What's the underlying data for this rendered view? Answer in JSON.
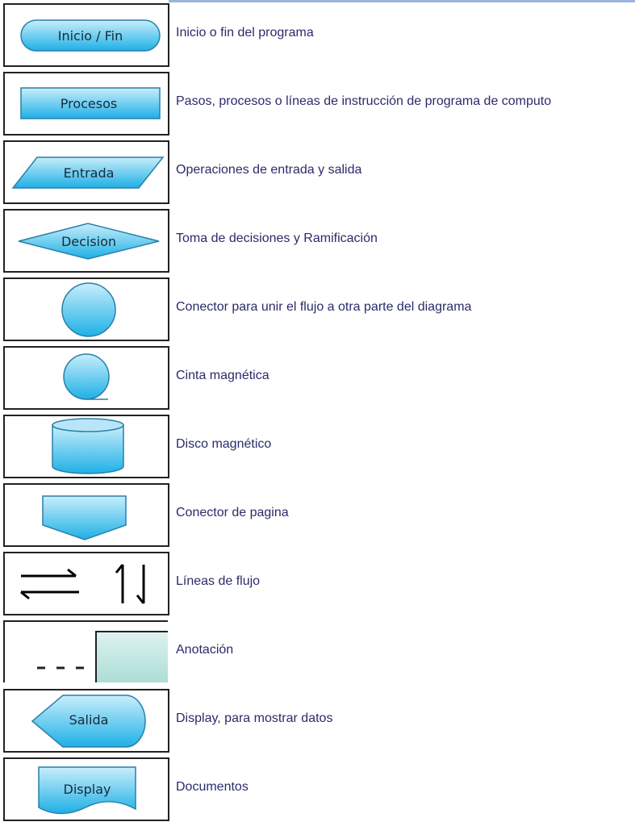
{
  "colors": {
    "shape_fill_top": "#c8eefb",
    "shape_fill_bottom": "#1eb0e6",
    "shape_stroke": "#2a7fa8",
    "annotation_fill": "#a9ddd5",
    "text": "#2b2b6b"
  },
  "rows": [
    {
      "symbol": "terminal",
      "label": "Inicio / Fin",
      "description": "Inicio o fin del programa"
    },
    {
      "symbol": "process",
      "label": "Procesos",
      "description": "Pasos, procesos o líneas de instrucción de programa de computo"
    },
    {
      "symbol": "parallelogram",
      "label": "Entrada",
      "description": "Operaciones de entrada y salida"
    },
    {
      "symbol": "diamond",
      "label": "Decision",
      "description": "Toma de decisiones y Ramificación"
    },
    {
      "symbol": "circle",
      "label": "",
      "description": "Conector para unir el flujo a otra parte del diagrama"
    },
    {
      "symbol": "tape",
      "label": "",
      "description": "Cinta magnética"
    },
    {
      "symbol": "cylinder",
      "label": "",
      "description": "Disco magnético"
    },
    {
      "symbol": "page-connector",
      "label": "",
      "description": "Conector de pagina"
    },
    {
      "symbol": "arrows",
      "label": "",
      "description": "Líneas de flujo"
    },
    {
      "symbol": "annotation",
      "label": "",
      "description": "Anotación"
    },
    {
      "symbol": "display",
      "label": "Salida",
      "description": "Display, para mostrar datos"
    },
    {
      "symbol": "document",
      "label": "Display",
      "description": "Documentos"
    }
  ]
}
